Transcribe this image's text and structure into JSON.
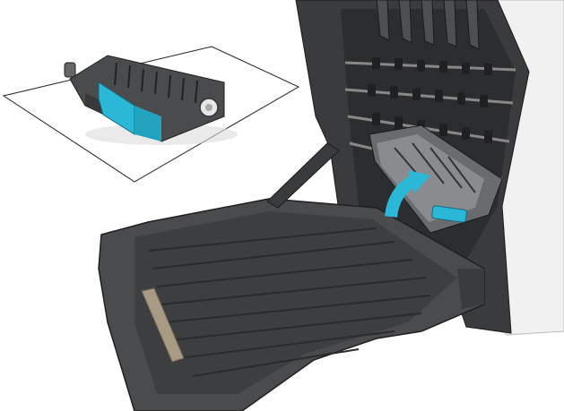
{
  "illustration": {
    "subject": "printer-side-door-open-with-duplex-module",
    "colors": {
      "accent": "#2bb7d6",
      "printer_dark": "#3a3b3d",
      "printer_body": "#f1f1f1",
      "tray": "#4a4b4d",
      "roller": "#2b2c2e",
      "paper": "#ffffff",
      "outline": "#222222"
    },
    "icons": [
      "duplex-module",
      "arrow-up-curved",
      "open-side-door",
      "printer-chassis"
    ]
  }
}
